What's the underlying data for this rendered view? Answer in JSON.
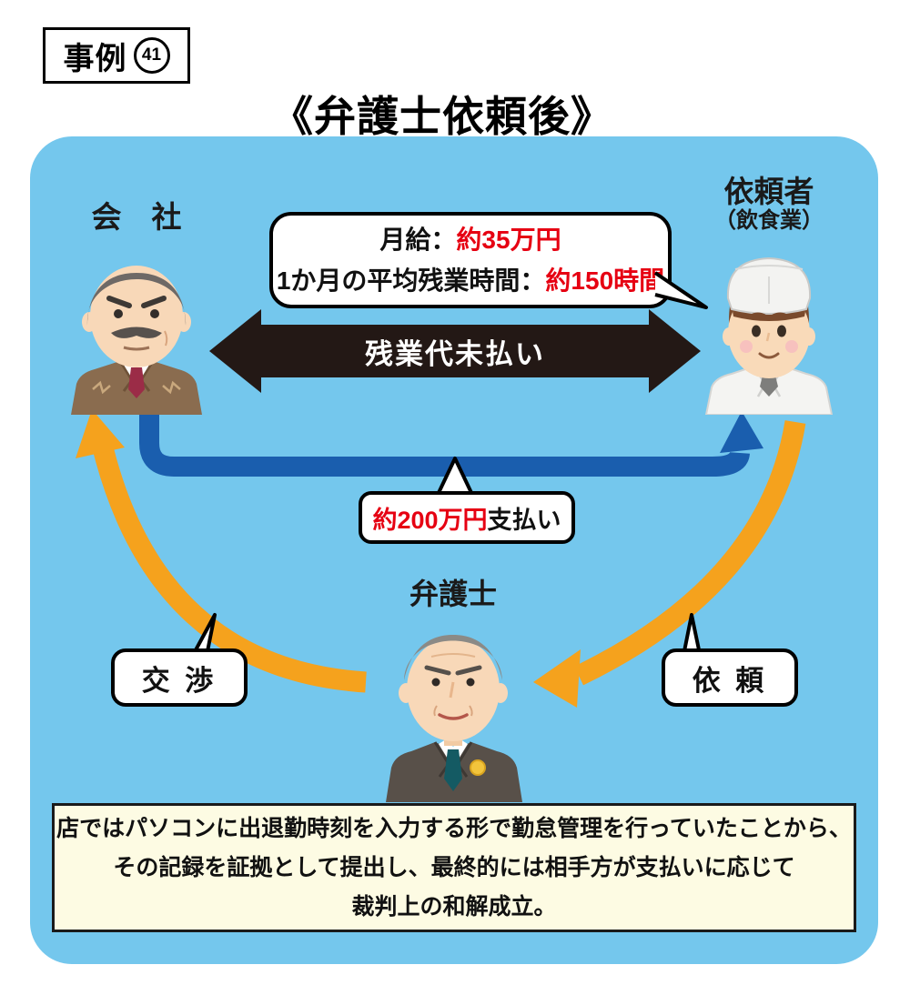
{
  "header": {
    "case_label": "事例",
    "case_number": "41",
    "title": "《弁護士依頼後》"
  },
  "actors": {
    "company": {
      "label": "会　社"
    },
    "client": {
      "label": "依頼者",
      "sublabel": "（飲食業）"
    },
    "lawyer": {
      "label": "弁護士"
    }
  },
  "callouts": {
    "salary": {
      "line1_label": "月給：",
      "line1_value": "約35万円",
      "line2_label": "1か月の平均残業時間：",
      "line2_value": "約150時間"
    },
    "payment": {
      "value": "約200万円",
      "suffix": "支払い"
    },
    "negotiation": {
      "label": "交 渉"
    },
    "request": {
      "label": "依 頼"
    }
  },
  "relations": {
    "unpaid_overtime": {
      "label": "残業代未払い"
    }
  },
  "note": {
    "lines": [
      "店ではパソコンに出退勤時刻を入力する形で勤怠管理を行っていたことから、",
      "その記録を証拠として提出し、最終的には相手方が支払いに応じて",
      "裁判上の和解成立。"
    ]
  },
  "colors": {
    "panel_blue": "#74C7ED",
    "arrow_black": "#231815",
    "arrow_blue": "#1A5EAE",
    "arrow_orange": "#F5A21D",
    "highlight_red": "#E60012",
    "note_bg": "#FDFBE3"
  }
}
